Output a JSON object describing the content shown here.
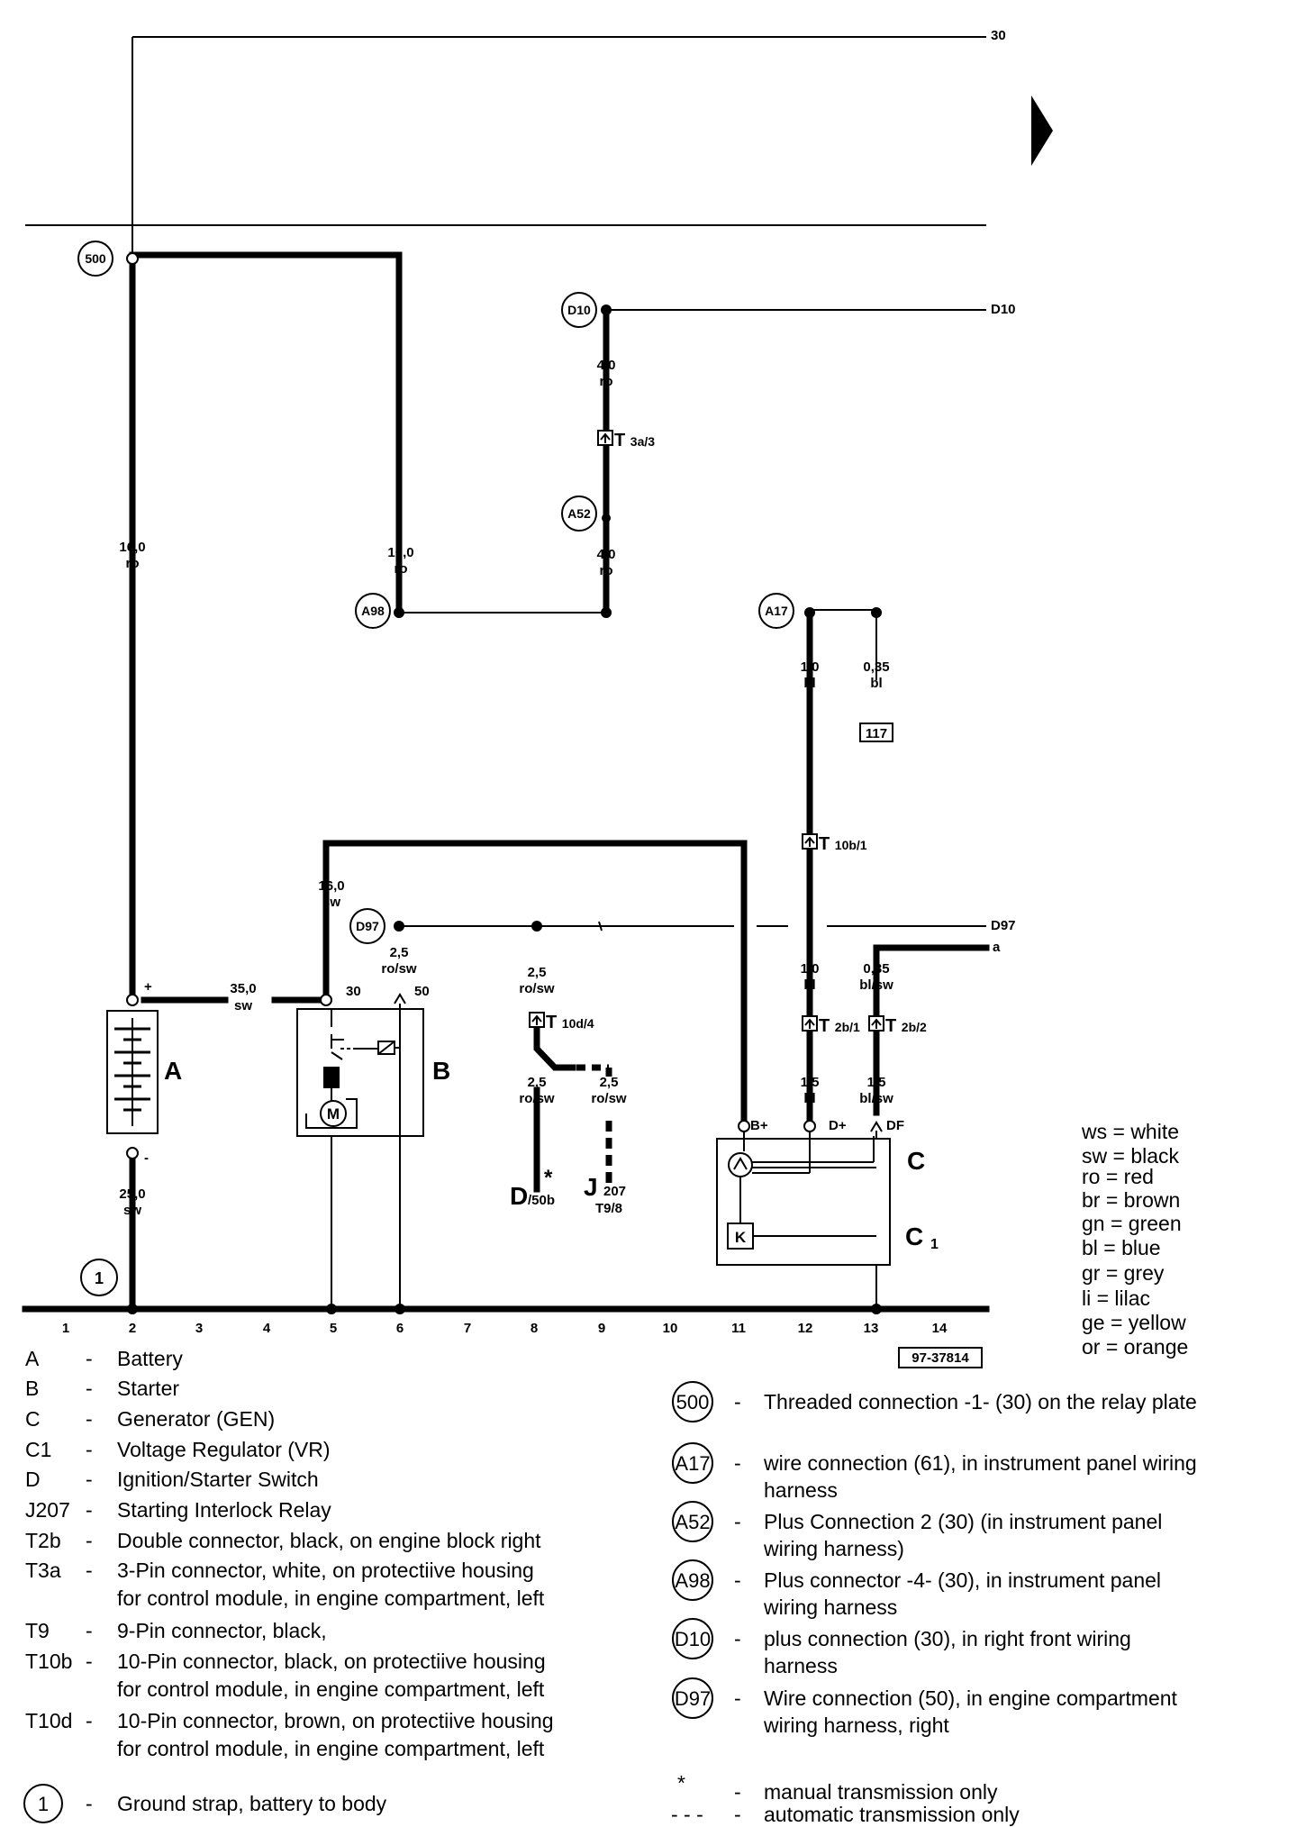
{
  "terminals": {
    "t30": "30",
    "d10": "D10",
    "d97": "D97",
    "a": "a"
  },
  "wires": {
    "w_16_ro": [
      "16,0",
      "ro"
    ],
    "w_10_ro": [
      "10,0",
      "ro"
    ],
    "w_4_ro_top": [
      "4,0",
      "ro"
    ],
    "w_4_ro_bot": [
      "4,0",
      "ro"
    ],
    "w_1_bl_top": [
      "1,0",
      "bl"
    ],
    "w_035_bl": [
      "0,35",
      "bl"
    ],
    "w_16_sw": [
      "16,0",
      "sw"
    ],
    "w_25_rosw_d97": [
      "2,5",
      "ro/sw"
    ],
    "w_25_rosw_8top": [
      "2,5",
      "ro/sw"
    ],
    "w_25_rosw_8bot": [
      "2,5",
      "ro/sw"
    ],
    "w_25_rosw_9": [
      "2,5",
      "ro/sw"
    ],
    "w_35_sw": [
      "35,0",
      "sw"
    ],
    "w_25_sw": [
      "25,0",
      "sw"
    ],
    "w_1_bl_mid": [
      "1,0",
      "bl"
    ],
    "w_035_blsw": [
      "0,35",
      "bl/sw"
    ],
    "w_15_bl": [
      "1,5",
      "bl"
    ],
    "w_15_blsw": [
      "1,5",
      "bl/sw"
    ]
  },
  "connectors": {
    "t3a3": "T3a/3",
    "t10b1": "T10b/1",
    "t10d4": "T10d/4",
    "t2b1": "T2b/1",
    "t2b2": "T2b/2"
  },
  "circles": {
    "c500": "500",
    "cD10": "D10",
    "cA52": "A52",
    "cA98": "A98",
    "cA17": "A17",
    "cD97": "D97",
    "c1": "1"
  },
  "box117": "117",
  "pins": {
    "plus": "+",
    "minus": "-",
    "p30": "30",
    "p50": "50",
    "bplus": "B+",
    "dplus": "D+",
    "df": "DF"
  },
  "components": {
    "A": "A",
    "B": "B",
    "C": "C",
    "C1": "C1",
    "D": "D",
    "D_sub": "/50b",
    "star": "*",
    "J": "J",
    "J_sub": "207",
    "J_pin": "T9/8"
  },
  "track_numbers": [
    "1",
    "2",
    "3",
    "4",
    "5",
    "6",
    "7",
    "8",
    "9",
    "10",
    "11",
    "12",
    "13",
    "14"
  ],
  "ref_code": "97-37814",
  "color_legend": [
    "ws = white",
    "sw = black",
    "ro  = red",
    "br  = brown",
    "gn  = green",
    "bl  = blue",
    "gr  = grey",
    "li   = lilac",
    "ge  = yellow",
    "or  = orange"
  ],
  "legend_left": [
    {
      "code": "A",
      "dash": "-",
      "lines": [
        "Battery"
      ]
    },
    {
      "code": "B",
      "dash": "-",
      "lines": [
        "Starter"
      ]
    },
    {
      "code": "C",
      "dash": "-",
      "lines": [
        "Generator (GEN)"
      ]
    },
    {
      "code": "C1",
      "dash": "-",
      "lines": [
        "Voltage Regulator (VR)"
      ]
    },
    {
      "code": "D",
      "dash": "-",
      "lines": [
        "Ignition/Starter Switch"
      ]
    },
    {
      "code": "J207",
      "dash": "-",
      "lines": [
        "Starting Interlock Relay"
      ]
    },
    {
      "code": "T2b",
      "dash": "-",
      "lines": [
        "Double connector, black, on engine block right"
      ]
    },
    {
      "code": "T3a",
      "dash": "-",
      "lines": [
        "3-Pin connector, white, on protectiive housing",
        "for control module, in engine compartment, left"
      ]
    },
    {
      "code": "T9",
      "dash": "-",
      "lines": [
        "9-Pin connector, black,"
      ]
    },
    {
      "code": "T10b",
      "dash": "-",
      "lines": [
        "10-Pin connector, black, on protectiive housing",
        "for control module, in engine compartment, left"
      ]
    },
    {
      "code": "T10d",
      "dash": "-",
      "lines": [
        "10-Pin connector, brown, on protectiive housing",
        "for control module, in engine compartment, left"
      ]
    }
  ],
  "legend_ground": {
    "code": "1",
    "dash": "-",
    "text": "Ground strap, battery to body"
  },
  "legend_right": [
    {
      "code": "500",
      "dash": "-",
      "lines": [
        "Threaded connection -1- (30) on the relay plate"
      ]
    },
    {
      "code": "A17",
      "dash": "-",
      "lines": [
        "wire connection (61), in instrument panel wiring",
        "harness"
      ]
    },
    {
      "code": "A52",
      "dash": "-",
      "lines": [
        "Plus Connection 2 (30) (in instrument panel",
        "wiring harness)"
      ]
    },
    {
      "code": "A98",
      "dash": "-",
      "lines": [
        "Plus connector -4- (30), in instrument panel",
        "wiring harness"
      ]
    },
    {
      "code": "D10",
      "dash": "-",
      "lines": [
        "plus connection (30), in right front wiring",
        "harness"
      ]
    },
    {
      "code": "D97",
      "dash": "-",
      "lines": [
        "Wire connection (50), in engine compartment",
        "wiring harness, right"
      ]
    }
  ],
  "notes": [
    {
      "sym": "*",
      "dash": "-",
      "text": "manual transmission only"
    },
    {
      "sym": "- - -",
      "dash": "-",
      "text": "automatic transmission only"
    }
  ]
}
